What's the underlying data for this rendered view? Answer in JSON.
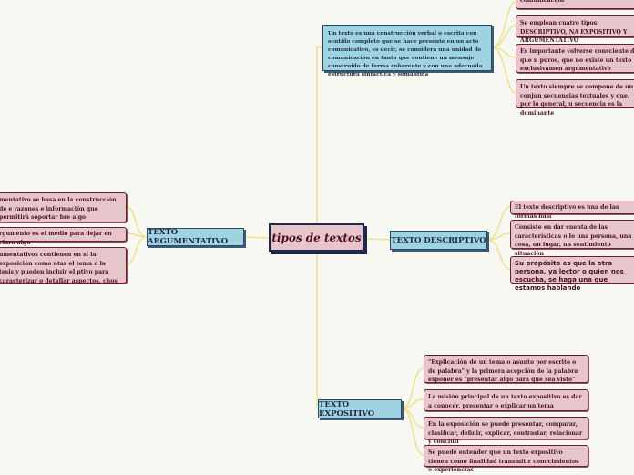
{
  "central": "tipos de textos",
  "definition": "Un texto es una construcción verbal o escrita con sentido completo que se hace presente en un acto comunicativo, es decir, se considera una unidad de comunicación en tanto que contiene un mensaje construido de forma coherente y con una adecuada estructura sintáctica y semántica",
  "definition_children": [
    "comunicación",
    "Se emplean cuatro tipos: DESCRIPTIVO, NA EXPOSITIVO Y ARGUMENTATIVO",
    "Es importante volverse consciente de que n puros, que no existe un texto exclusivamen argumentativo",
    "Un texto siempre se compone de un conjun secuencias textuales y que, por lo general, u secuencia es la dominante"
  ],
  "argumentativo": {
    "label": "TEXTO ARGUMENTATIVO",
    "children": [
      "mentativo se basa en la construcción de e razones e información que permitirá soportar bre algo",
      "rgumento es el medio para dejar en claro algo",
      "umentativos contienen en sí la exposición como ntar el tema o la tesis y pueden incluir el ptivo para caracterizar o detallar aspectos, chos"
    ]
  },
  "descriptivo": {
    "label": "TEXTO DESCRIPTIVO",
    "children": [
      "El texto descriptivo es una de las formas bási",
      "Consiste en dar cuenta de las características o lo una persona, una cosa, un lugar, un sentimiento situación",
      "Su propósito es que la otra persona, ya lector o quien nos escucha, se haga una que estamos hablando"
    ]
  },
  "expositivo": {
    "label": "TEXTO EXPOSITIVO",
    "children": [
      "\"Explicación de un tema o asunto por escrito o de palabra\" y la primera acepción de la palabra exponer es \"presentar algo para que sea visto\"",
      "La misión principal de un texto expositivo es dar a conocer, presentar o explicar un tema",
      "En la exposición se puede presentar, comparar, clasificar, definir, explicar, contrastar, relacionar y concluir",
      "Se puede entender que un texto expositivo tienen como finalidad transmitir conocimientos o experiencias"
    ]
  },
  "colors": {
    "line": "#f0e68c",
    "topic": "#9fd3e2",
    "leaf": "#e6c5cb",
    "leaf_border": "#6b1e2e"
  }
}
